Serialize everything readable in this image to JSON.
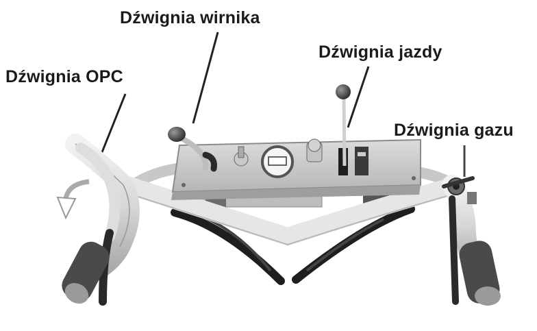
{
  "labels": {
    "rotor_lever": "Dźwignia wirnika",
    "opc_lever": "Dźwignia OPC",
    "drive_lever": "Dźwignia jazdy",
    "throttle_lever": "Dźwignia gazu"
  },
  "colors": {
    "text": "#1a1a1a",
    "metal": "#d9d9d9",
    "metal_dark": "#9a9a9a",
    "grip": "#555555",
    "lever_black": "#222222"
  }
}
